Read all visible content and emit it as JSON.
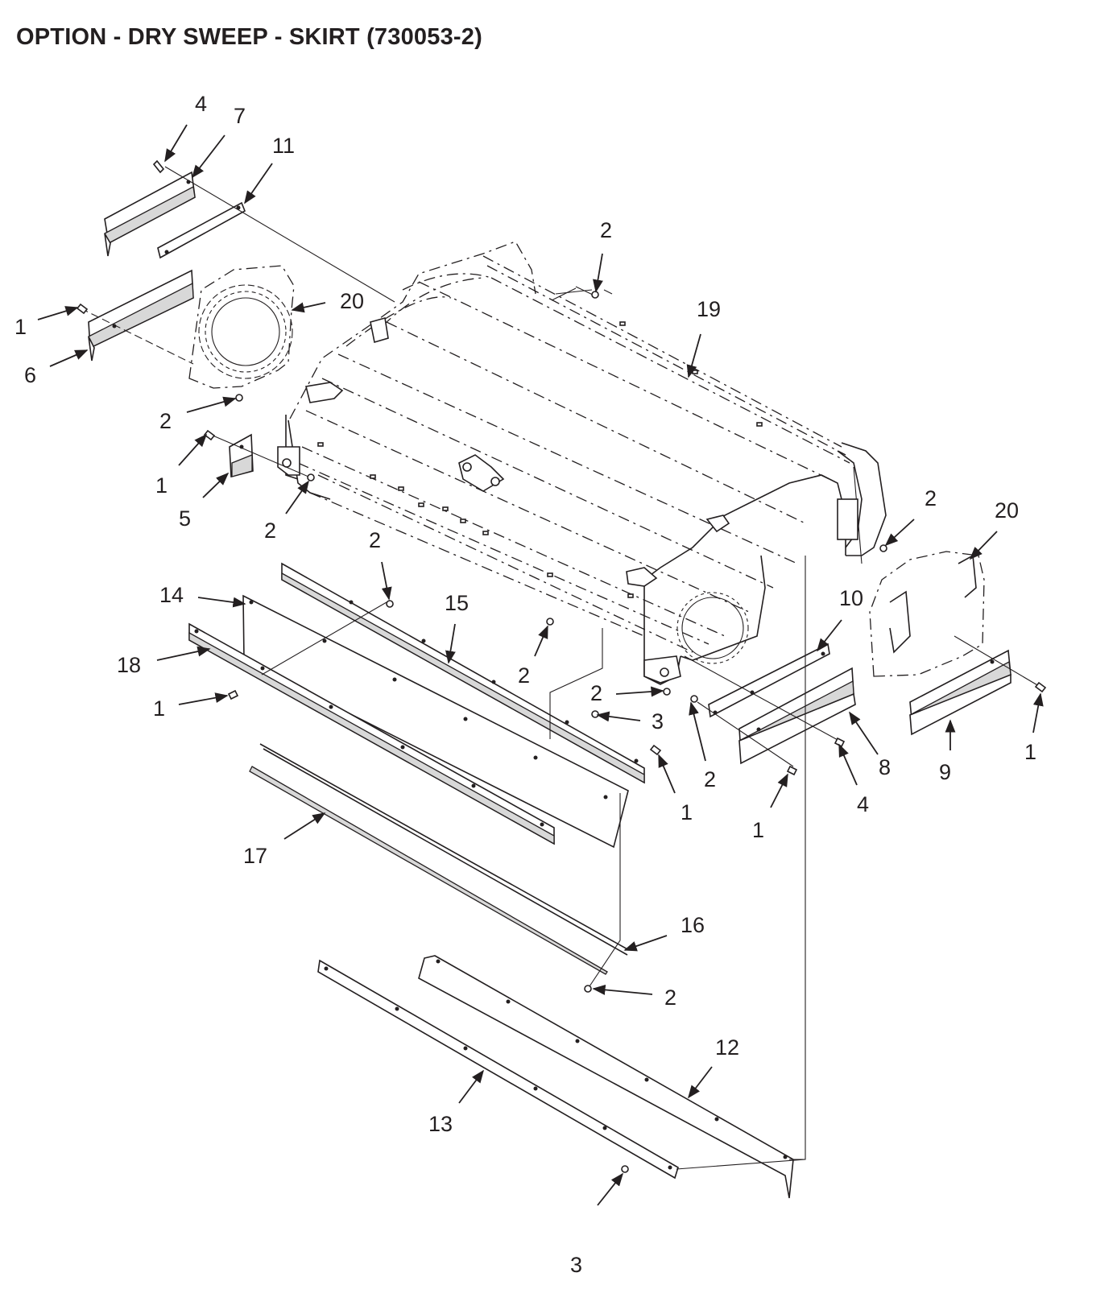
{
  "title": "OPTION - DRY SWEEP - SKIRT (730053-2)",
  "colors": {
    "ink": "#231f20",
    "shade": "#d8d8d8",
    "background": "#ffffff"
  },
  "callouts": {
    "c4a": "4",
    "c7": "7",
    "c11": "11",
    "c2a": "2",
    "c20a": "20",
    "c19": "19",
    "c1a": "1",
    "c6": "6",
    "c2b": "2",
    "c1b": "1",
    "c5": "5",
    "c2c": "2",
    "c2d": "2",
    "c20b": "20",
    "c2e": "2",
    "c14": "14",
    "c15": "15",
    "c10": "10",
    "c18": "18",
    "c2f": "2",
    "c2g": "2",
    "c1c": "1",
    "c3a": "3",
    "c2h": "2",
    "c8": "8",
    "c9": "9",
    "c1d": "1",
    "c1e": "1",
    "c4b": "4",
    "c1f": "1",
    "c17": "17",
    "c16": "16",
    "c2i": "2",
    "c12": "12",
    "c13": "13",
    "c3b": "3"
  }
}
